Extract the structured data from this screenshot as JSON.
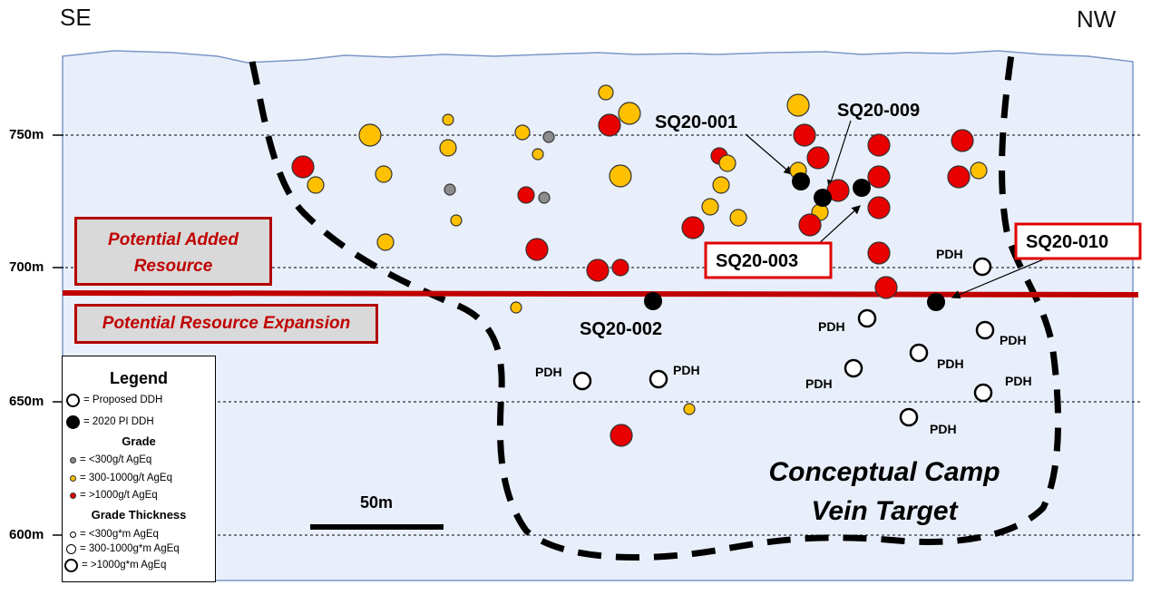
{
  "section": {
    "left_direction": "SE",
    "right_direction": "NW",
    "elevation_labels": [
      "750m",
      "700m",
      "650m",
      "600m"
    ],
    "elevation_values": [
      750,
      700,
      650,
      600
    ],
    "scale_bar_label": "50m",
    "target_label_line1": "Conceptual Camp",
    "target_label_line2": "Vein Target",
    "added_resource_line1": "Potential Added",
    "added_resource_line2": "Resource",
    "expansion_label": "Potential Resource Expansion",
    "colors": {
      "background": "#e9effa",
      "red": "#e80000",
      "yellow": "#ffc000",
      "grey": "#8c8c8c",
      "black": "#000000",
      "resource_line": "#c00000"
    }
  },
  "drill_holes": [
    {
      "label": "SQ20-001",
      "elevation": 733
    },
    {
      "label": "SQ20-009",
      "elevation": 729
    },
    {
      "label": "SQ20-003",
      "elevation": 726
    },
    {
      "label": "SQ20-002",
      "elevation": 688
    },
    {
      "label": "SQ20-010",
      "elevation": 688
    }
  ],
  "proposed_label": "PDH",
  "legend": {
    "title": "Legend",
    "items": [
      {
        "symbol": "proposed",
        "label": "= Proposed DDH"
      },
      {
        "symbol": "pi",
        "label": "= 2020 PI DDH"
      }
    ],
    "grade_title": "Grade",
    "grade_items": [
      {
        "color": "grey",
        "label": "= <300g/t AgEq"
      },
      {
        "color": "yellow",
        "label": "= 300-1000g/t AgEq"
      },
      {
        "color": "red",
        "label": "= >1000g/t AgEq"
      }
    ],
    "thickness_title": "Grade Thickness",
    "thickness_items": [
      {
        "size": "small",
        "label": "= <300g*m AgEq"
      },
      {
        "size": "medium",
        "label": "= 300-1000g*m AgEq"
      },
      {
        "size": "large",
        "label": "= >1000g*m AgEq"
      }
    ]
  }
}
